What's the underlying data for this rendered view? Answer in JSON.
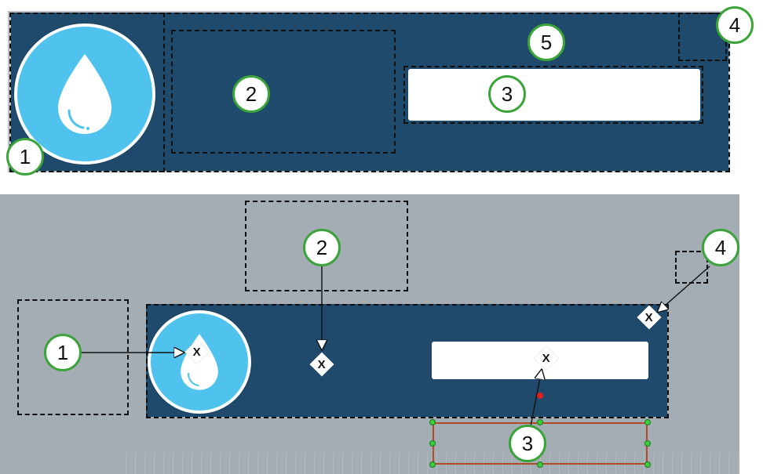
{
  "top_panel": {
    "labels": {
      "logo": "1",
      "left_area": "2",
      "input_bar": "3",
      "corner_box": "4",
      "card": "5"
    }
  },
  "bottom_panel": {
    "labels": {
      "logo_anchor": "1",
      "center_anchor": "2",
      "selection": "3",
      "corner_anchor": "4"
    },
    "pivot_glyph": "X"
  },
  "colors": {
    "card": "#1f4a6b",
    "logo": "#4fc3ee",
    "badge_border": "#3aa33a",
    "selection_frame": "#b24a2a",
    "handle": "#3ccc3c",
    "anchor_dot": "#e0201a"
  },
  "icons": {
    "logo": "water-drop-icon",
    "pivot": "pivot-anchor-icon"
  }
}
